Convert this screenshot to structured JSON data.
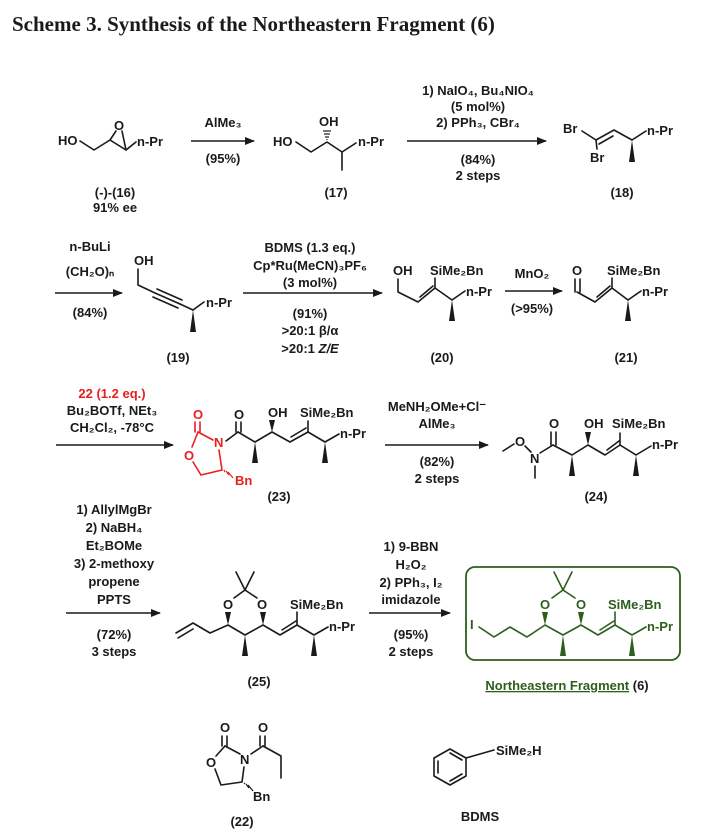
{
  "title": "Scheme 3. Synthesis of the Northeastern Fragment (6)",
  "compounds": {
    "c16": {
      "label": "(-)-(16)",
      "note": "91% ee",
      "atoms": [
        "HO",
        "O",
        "n-Pr"
      ]
    },
    "c17": {
      "label": "(17)",
      "atoms": [
        "HO",
        "OH",
        "n-Pr"
      ]
    },
    "c18": {
      "label": "(18)",
      "atoms": [
        "Br",
        "Br",
        "n-Pr"
      ]
    },
    "c19": {
      "label": "(19)",
      "atoms": [
        "OH",
        "n-Pr"
      ]
    },
    "c20": {
      "label": "(20)",
      "atoms": [
        "OH",
        "SiMe₂Bn",
        "n-Pr"
      ]
    },
    "c21": {
      "label": "(21)",
      "atoms": [
        "O",
        "SiMe₂Bn",
        "n-Pr"
      ]
    },
    "c23": {
      "label": "(23)",
      "atoms": [
        "O",
        "O",
        "N",
        "Bn",
        "O",
        "OH",
        "SiMe₂Bn",
        "n-Pr"
      ]
    },
    "c24": {
      "label": "(24)",
      "atoms": [
        "O",
        "N",
        "O",
        "OH",
        "SiMe₂Bn",
        "n-Pr"
      ]
    },
    "c25": {
      "label": "(25)",
      "atoms": [
        "O",
        "O",
        "SiMe₂Bn",
        "n-Pr"
      ]
    },
    "c6": {
      "label_name": "Northeastern Fragment",
      "label_num": " (6)",
      "atoms": [
        "I",
        "O",
        "O",
        "SiMe₂Bn",
        "n-Pr"
      ]
    },
    "c22": {
      "label": "(22)",
      "atoms": [
        "O",
        "O",
        "N",
        "O",
        "Bn"
      ]
    },
    "bdms": {
      "label": "BDMS",
      "atoms": [
        "SiMe₂H"
      ]
    }
  },
  "steps": {
    "s1": {
      "above": [
        "AlMe₃"
      ],
      "below": [
        "(95%)"
      ]
    },
    "s2": {
      "above": [
        "1) NaIO₄, Bu₄NIO₄",
        "(5 mol%)",
        "2) PPh₃, CBr₄"
      ],
      "below": [
        "(84%)",
        "2 steps"
      ]
    },
    "s3": {
      "above": [
        "n-BuLi",
        "(CH₂O)ₙ"
      ],
      "below": [
        "(84%)"
      ]
    },
    "s4": {
      "above": [
        "BDMS (1.3 eq.)",
        "Cp*Ru(MeCN)₃PF₆",
        "(3 mol%)"
      ],
      "below": [
        "(91%)",
        ">20:1 β/α",
        ">20:1 "
      ],
      "below_italic": "Z/E"
    },
    "s5": {
      "above": [
        "MnO₂"
      ],
      "below": [
        "(>95%)"
      ]
    },
    "s6": {
      "above_red": "22 (1.2 eq.)",
      "above": [
        "Bu₂BOTf, NEt₃",
        "CH₂Cl₂, -78°C"
      ]
    },
    "s7": {
      "above": [
        "MeNH₂OMe+Cl⁻",
        "AlMe₃"
      ],
      "below": [
        "(82%)",
        "2 steps"
      ]
    },
    "s8": {
      "above": [
        "1) AllylMgBr",
        "2) NaBH₄",
        "Et₂BOMe",
        "3) 2-methoxy",
        "propene",
        "PPTS"
      ],
      "below": [
        "(72%)",
        "3 steps"
      ]
    },
    "s9": {
      "above": [
        "1) 9-BBN",
        "H₂O₂",
        "2) PPh₃, I₂",
        "imidazole"
      ],
      "below": [
        "(95%)",
        "2 steps"
      ]
    }
  },
  "colors": {
    "auxiliary": "#e8201e",
    "target": "#2e5e1e",
    "text": "#1a1a1a"
  }
}
